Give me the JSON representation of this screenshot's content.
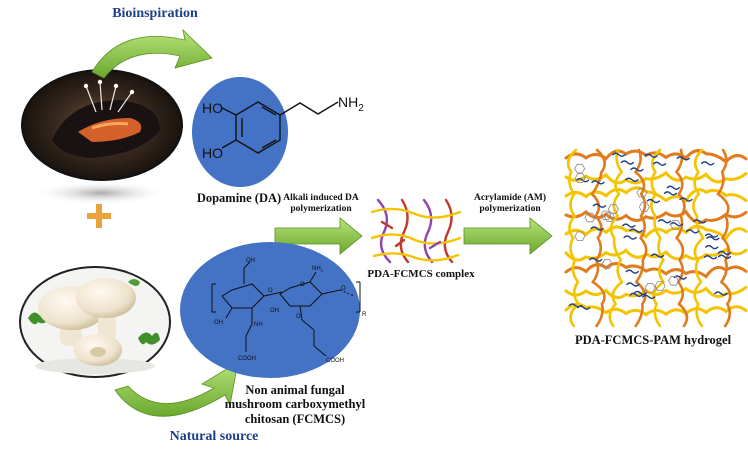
{
  "labels": {
    "bioinspiration": "Bioinspiration",
    "natural_source": "Natural source",
    "dopamine": "Dopamine (DA)",
    "step1_line1": "Alkali induced DA",
    "step1_line2": "polymerization",
    "step2_line1": "Acrylamide (AM)",
    "step2_line2": "polymerization",
    "complex": "PDA-FCMCS complex",
    "hydrogel": "PDA-FCMCS-PAM hydrogel",
    "fcmcs_line1": "Non animal fungal",
    "fcmcs_line2": "mushroom carboxymethyl",
    "fcmcs_line3": "chitosan (FCMCS)"
  },
  "dopamine_structure": {
    "ho_top": "HO",
    "ho_bottom": "HO",
    "amine": "NH",
    "amine_subscript": "2"
  },
  "chitosan_structure": {
    "oh_top": "OH",
    "nh2": "NH",
    "nh2_subscript": "2",
    "o1": "O",
    "o2": "O",
    "o3": "O",
    "o4": "O",
    "nh": "NH",
    "oh_left": "OH",
    "oh_ring": "OH",
    "r": "R",
    "cooh1": "COOH",
    "cooh2": "COOH"
  },
  "colors": {
    "blue_ellipse": "#4472c4",
    "arrow_green": "#7cc242",
    "label_blue": "#1f3f87",
    "fiber_yellow": "#f5c400",
    "fiber_orange": "#e07b1e",
    "fiber_red": "#c0392b",
    "fiber_purple": "#8e44ad"
  },
  "icons": [
    "mussel-photo-icon",
    "mushroom-photo-icon",
    "plus-icon"
  ]
}
